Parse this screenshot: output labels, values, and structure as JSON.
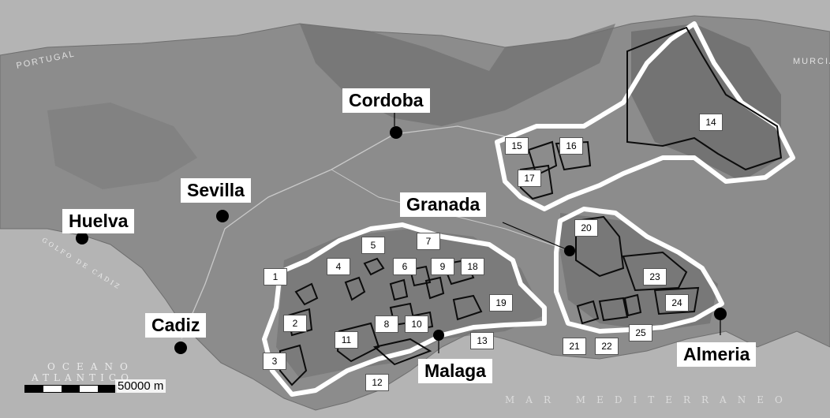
{
  "cities": [
    {
      "id": "cordoba",
      "name": "Cordoba"
    },
    {
      "id": "sevilla",
      "name": "Sevilla"
    },
    {
      "id": "huelva",
      "name": "Huelva"
    },
    {
      "id": "granada",
      "name": "Granada"
    },
    {
      "id": "cadiz",
      "name": "Cadiz"
    },
    {
      "id": "malaga",
      "name": "Malaga"
    },
    {
      "id": "almeria",
      "name": "Almeria"
    }
  ],
  "zones": [
    "1",
    "2",
    "3",
    "4",
    "5",
    "6",
    "7",
    "8",
    "9",
    "10",
    "11",
    "12",
    "13",
    "14",
    "15",
    "16",
    "17",
    "18",
    "19",
    "20",
    "21",
    "22",
    "23",
    "24",
    "25"
  ],
  "sea_labels": {
    "ocean_1": "OCEANO",
    "ocean_2": "ATLANTICO",
    "mediterranean": "MAR MEDITERRANEO",
    "golfo": "GOLFO DE CADIZ"
  },
  "country_labels": {
    "portugal": "PORTUGAL",
    "murcia": "MURCIA"
  },
  "scale": {
    "label": "50000 m"
  },
  "colors": {
    "land": "#8a8a8a",
    "sea": "#b8b8b8",
    "zone_outline": "#ffffff",
    "subzone_outline": "#111111",
    "city_marker": "#000000"
  }
}
